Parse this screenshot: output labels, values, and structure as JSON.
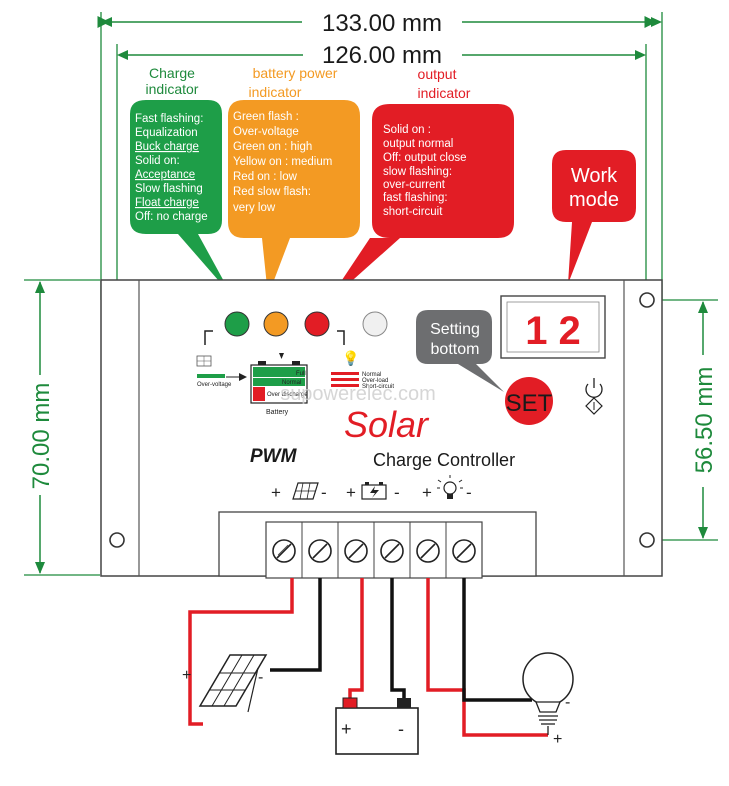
{
  "dimensions": {
    "outer_width": "133.00 mm",
    "inner_width": "126.00 mm",
    "height": "70.00 mm",
    "hole_spacing": "56.50 mm"
  },
  "indicator_titles": {
    "charge": [
      "Charge",
      "indicator"
    ],
    "battery": [
      "battery power",
      "indicator"
    ],
    "output": [
      "output",
      "indicator"
    ]
  },
  "bubbles": {
    "charge": [
      "Fast flashing:",
      "Equalization",
      "Buck charge",
      "Solid on:",
      "Acceptance",
      "Slow flashing",
      "Float charge",
      "Off: no charge"
    ],
    "battery": [
      "Green flash :",
      "Over-voltage",
      "Green on :  high",
      "Yellow on : medium",
      "Red on :     low",
      "Red slow flash:",
      "very low"
    ],
    "output": [
      "Solid on :",
      "output normal",
      "Off: output close",
      "slow flashing:",
      "over-current",
      "fast flashing:",
      "short-circuit"
    ],
    "work_mode": [
      "Work",
      "mode"
    ],
    "setting": [
      "Setting",
      "bottom"
    ]
  },
  "panel": {
    "display": "1 2",
    "set_button": "SET",
    "brand": "Solar",
    "type": "PWM",
    "subtitle": "Charge Controller",
    "watermark": "supowerelec.com",
    "battery_label": "Battery",
    "icon_labels": {
      "full": "Full",
      "normal": "Normal",
      "over_discharge": "Over discharge",
      "over_voltage": "Over-voltage",
      "load_normal": "Normal",
      "over_load": "Over-load",
      "short_circuit": "Short-circuit"
    },
    "terminal_signs": [
      "+",
      "-",
      "+",
      "-",
      "+",
      "-"
    ]
  },
  "wiring": {
    "signs": [
      "+",
      "-",
      "+",
      "-",
      "-",
      "+"
    ]
  },
  "colors": {
    "green": "#1e9e48",
    "orange": "#f39a23",
    "red": "#e21d25",
    "dim_green": "#1e8a3c",
    "gray": "#6d6e70"
  }
}
